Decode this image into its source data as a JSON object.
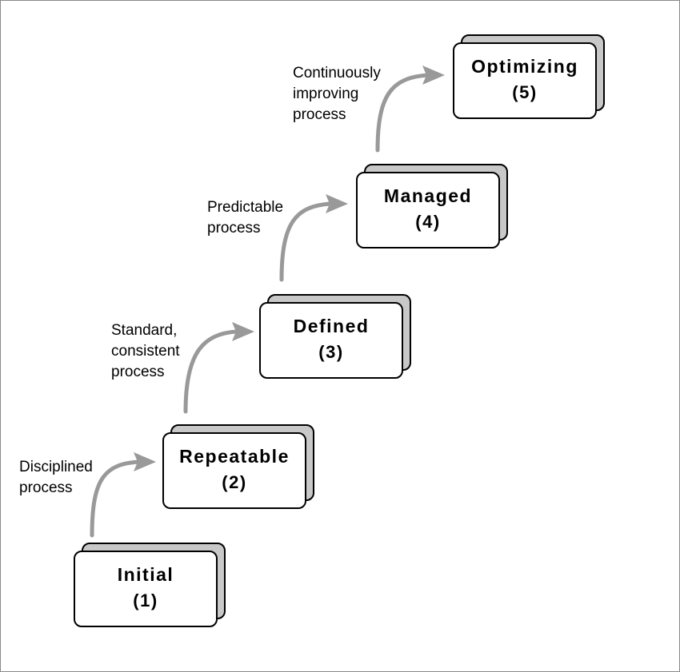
{
  "stages": [
    {
      "name": "Initial",
      "number": "(1)"
    },
    {
      "name": "Repeatable",
      "number": "(2)"
    },
    {
      "name": "Defined",
      "number": "(3)"
    },
    {
      "name": "Managed",
      "number": "(4)"
    },
    {
      "name": "Optimizing",
      "number": "(5)"
    }
  ],
  "transitions": [
    {
      "lines": [
        "Disciplined",
        "process"
      ]
    },
    {
      "lines": [
        "Standard,",
        "consistent",
        "process"
      ]
    },
    {
      "lines": [
        "Predictable",
        "process"
      ]
    },
    {
      "lines": [
        "Continuously",
        "improving",
        "process"
      ]
    }
  ],
  "colors": {
    "arrow": "#999999",
    "card_shadow": "#c8c8c8",
    "card_border": "#000000"
  }
}
